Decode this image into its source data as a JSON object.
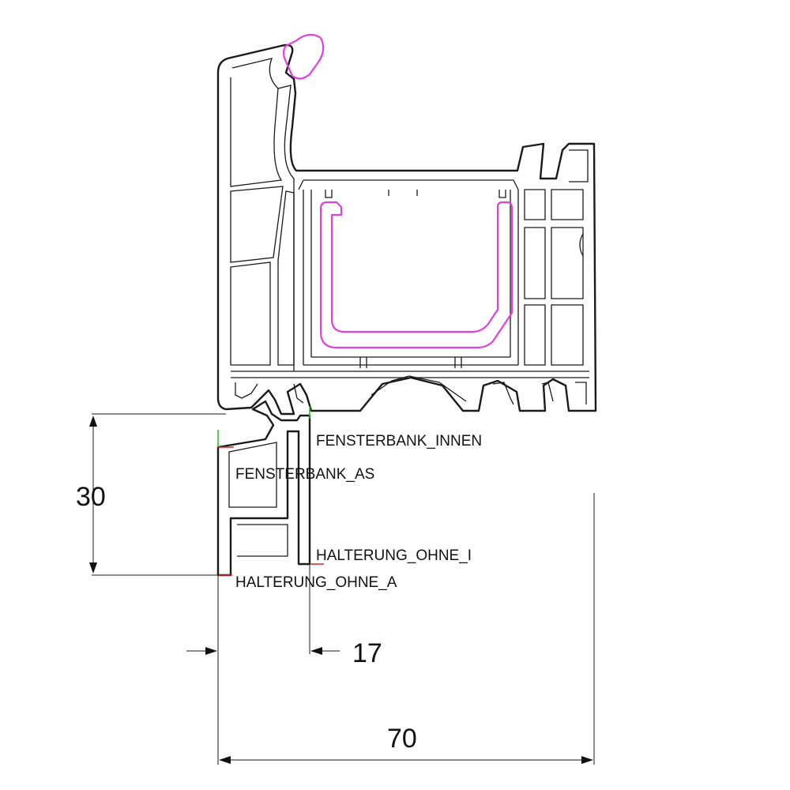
{
  "labels": {
    "fensterbank_innen": "FENSTERBANK_INNEN",
    "fensterbank_as": "FENSTERBANK_AS",
    "halterung_ohne_i": "HALTERUNG_OHNE_I",
    "halterung_ohne_a": "HALTERUNG_OHNE_A"
  },
  "dimensions": {
    "height": "30",
    "inner_offset": "17",
    "width": "70"
  },
  "colors": {
    "outline": "#1a1a1a",
    "gasket_reinforcement": "#e040e0",
    "marker_green": "#22c022",
    "marker_red": "#e02020"
  }
}
